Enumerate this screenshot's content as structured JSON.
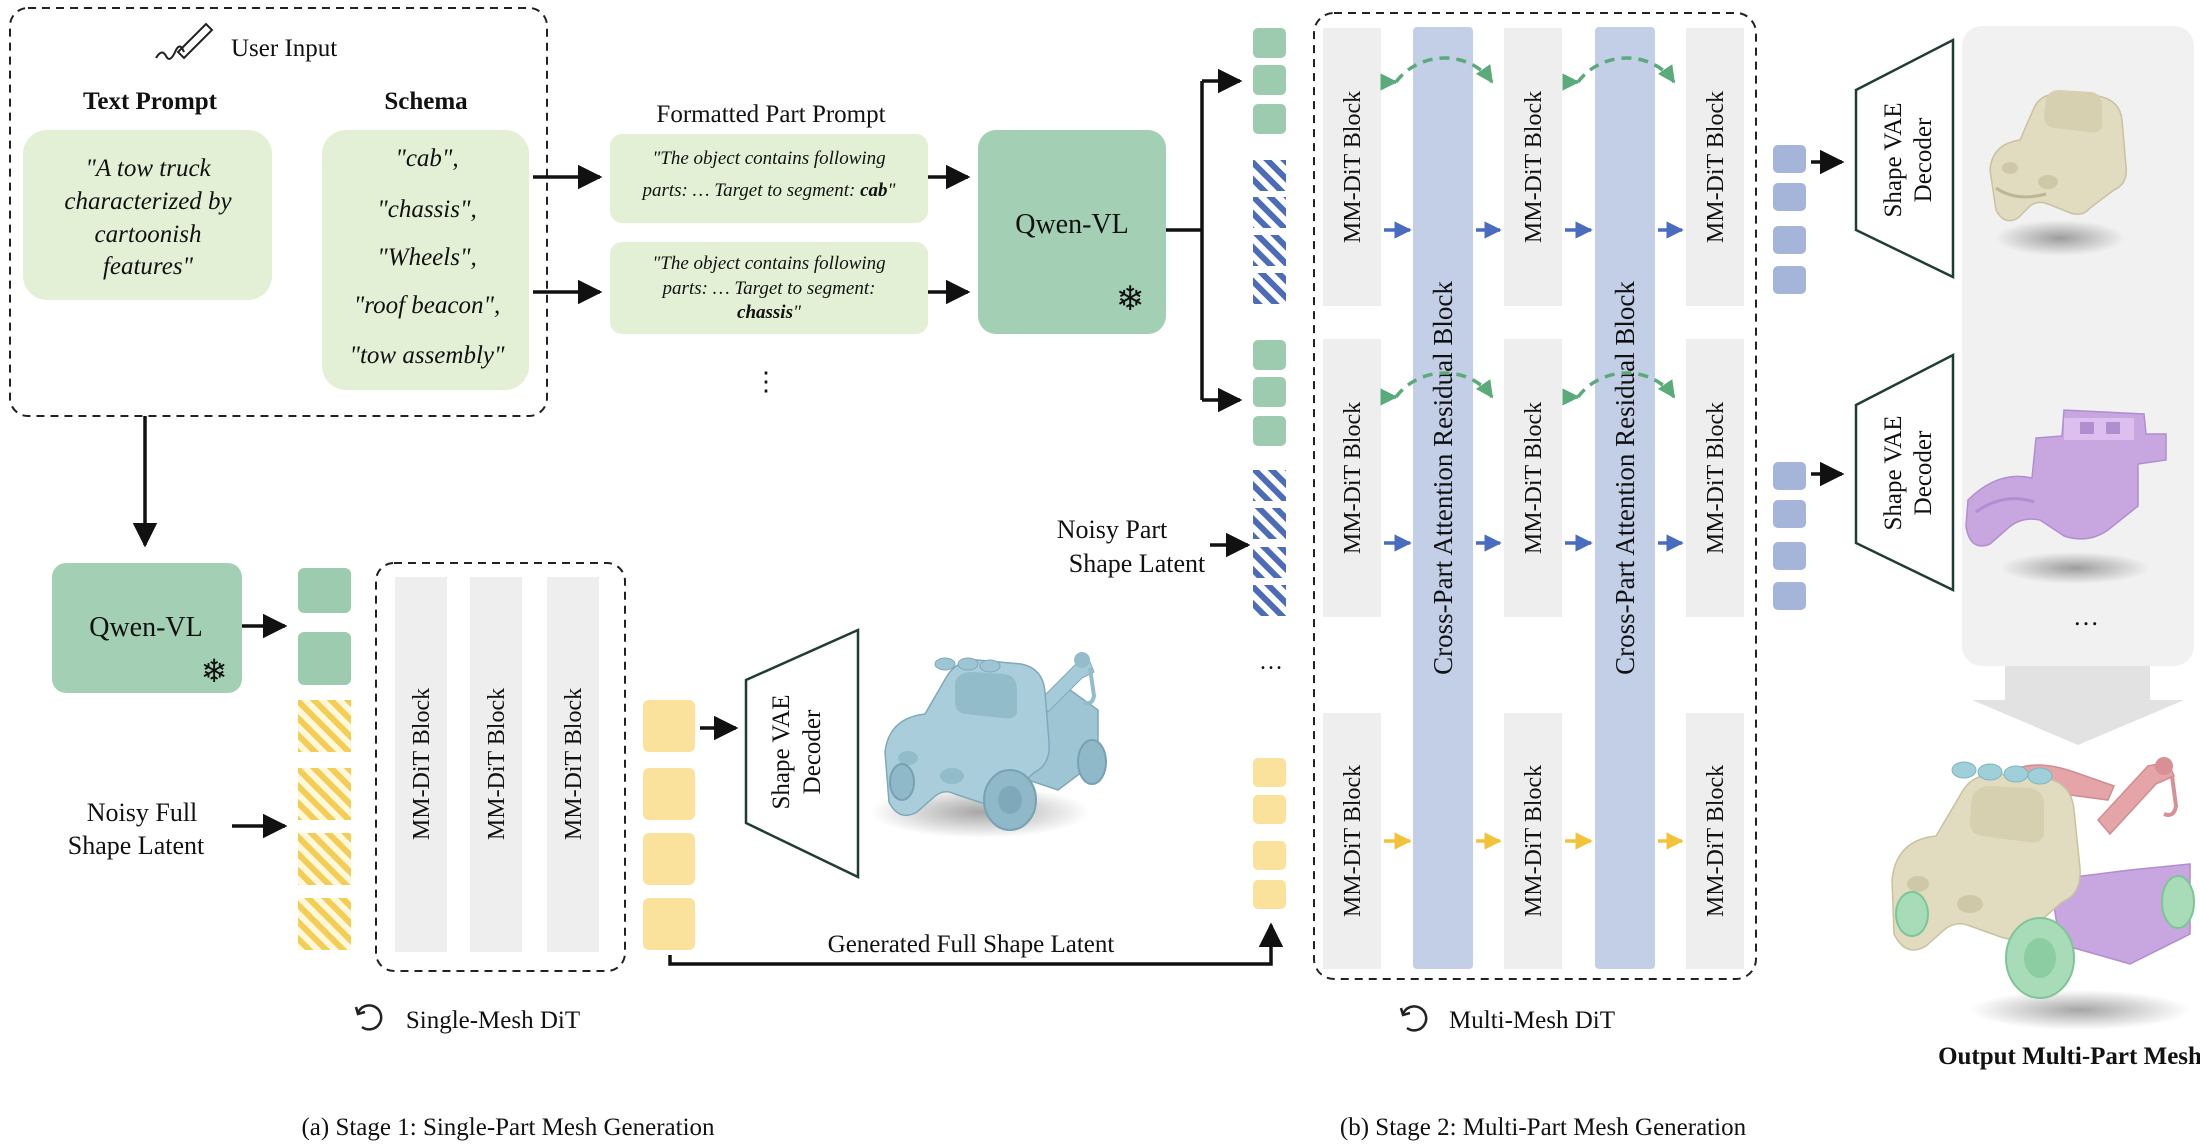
{
  "user_input": {
    "title": "User Input",
    "text_prompt_heading": "Text Prompt",
    "text_prompt_lines": [
      "\"A tow truck",
      "characterized by",
      "cartoonish",
      "features\""
    ],
    "schema_heading": "Schema",
    "schema_items": [
      "\"cab\",",
      "\"chassis\",",
      "\"Wheels\",",
      "\"roof beacon\",",
      "\"tow assembly\""
    ]
  },
  "formatted": {
    "title": "Formatted Part Prompt",
    "prompt1_line1": "\"The object contains following",
    "prompt1_line2_pre": "parts: … Target to segment: ",
    "prompt1_line2_bold": "cab",
    "prompt1_line2_post": "\"",
    "prompt2_line1": "\"The object contains following",
    "prompt2_line2": "parts: … Target to segment:",
    "prompt2_line3_bold": "chassis",
    "prompt2_line3_post": "\"",
    "ellipsis": "⋮"
  },
  "qwen_label": "Qwen-VL",
  "snowflake": "❄",
  "mmdit_label": "MM-DiT Block",
  "cross_part_label": "Cross-Part Attention Residual Block",
  "vae_line1": "Shape VAE",
  "vae_line2": "Decoder",
  "stage1": {
    "noisy_line1": "Noisy Full",
    "noisy_line2": "Shape Latent",
    "generated_label": "Generated Full Shape Latent",
    "dit_caption": "Single-Mesh DiT",
    "caption": "(a) Stage 1: Single-Part Mesh Generation"
  },
  "stage2": {
    "noisy_line1": "Noisy Part",
    "noisy_line2": "Shape Latent",
    "ellipsis": "…",
    "dit_caption": "Multi-Mesh DiT",
    "output_ellipsis": "…",
    "output_label": "Output Multi-Part Mesh",
    "caption": "(b) Stage 2: Multi-Part Mesh Generation"
  },
  "colors": {
    "green_light": "#e3f0d6",
    "green_token": "#9ccbaf",
    "green_dark": "#a3d0b4",
    "yellow_token": "#fbe29c",
    "blue_token": "#a4b5d9",
    "blue_hatch": "#4d6cb8",
    "cross_part": "#c3cfe6",
    "block_gray": "#eeeeee",
    "arrow_green": "#5aaa7a",
    "arrow_blue": "#4a6cbf",
    "arrow_yellow": "#f3c23b"
  }
}
